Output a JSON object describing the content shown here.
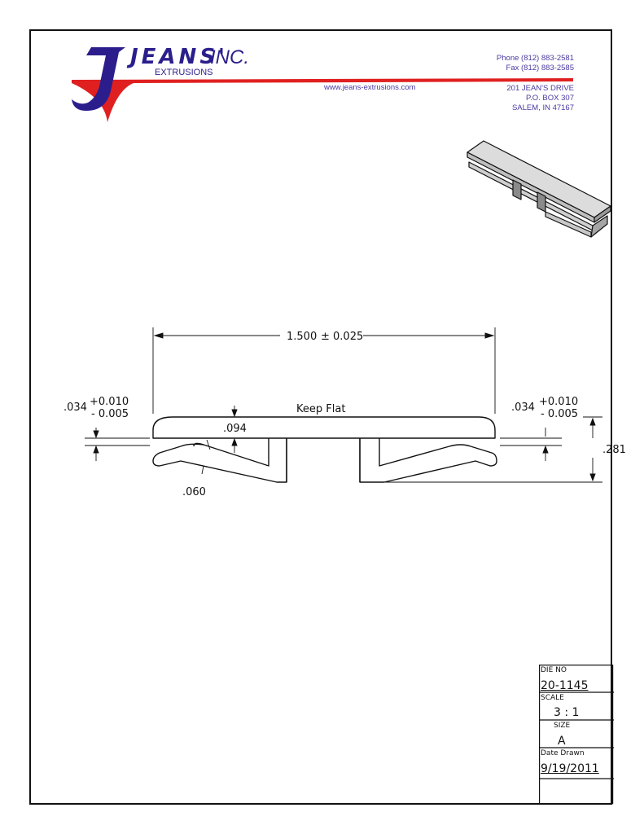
{
  "header": {
    "company_main": "JEANS'",
    "company_inc": "INC.",
    "company_sub": "EXTRUSIONS",
    "phone": "Phone (812) 883-2581",
    "fax": "Fax (812) 883-2585",
    "website": "www.jeans-extrusions.com",
    "address_line1": "201 JEAN'S DRIVE",
    "address_line2": "P.O. BOX 307",
    "address_line3": "SALEM, IN 47167",
    "brand_colors": {
      "blue": "#2b1e8c",
      "red": "#e02020",
      "text": "#4a3aa0"
    }
  },
  "drawing": {
    "width_dim": "1.500",
    "width_tol": "± 0.025",
    "keep_flat": "Keep Flat",
    "left_thk": ".034",
    "left_tol_plus": "+0.010",
    "left_tol_minus": "- 0.005",
    "right_thk": ".034",
    "right_tol_plus": "+0.010",
    "right_tol_minus": "- 0.005",
    "height_dim": ".281",
    "web_dim": ".094",
    "leg_dim": ".060"
  },
  "title_block": {
    "die_no_label": "DIE NO",
    "die_no": "20-1145",
    "scale_label": "SCALE",
    "scale": "3 : 1",
    "size_label": "SIZE",
    "size": "A",
    "date_label": "Date Drawn",
    "date": "9/19/2011"
  }
}
